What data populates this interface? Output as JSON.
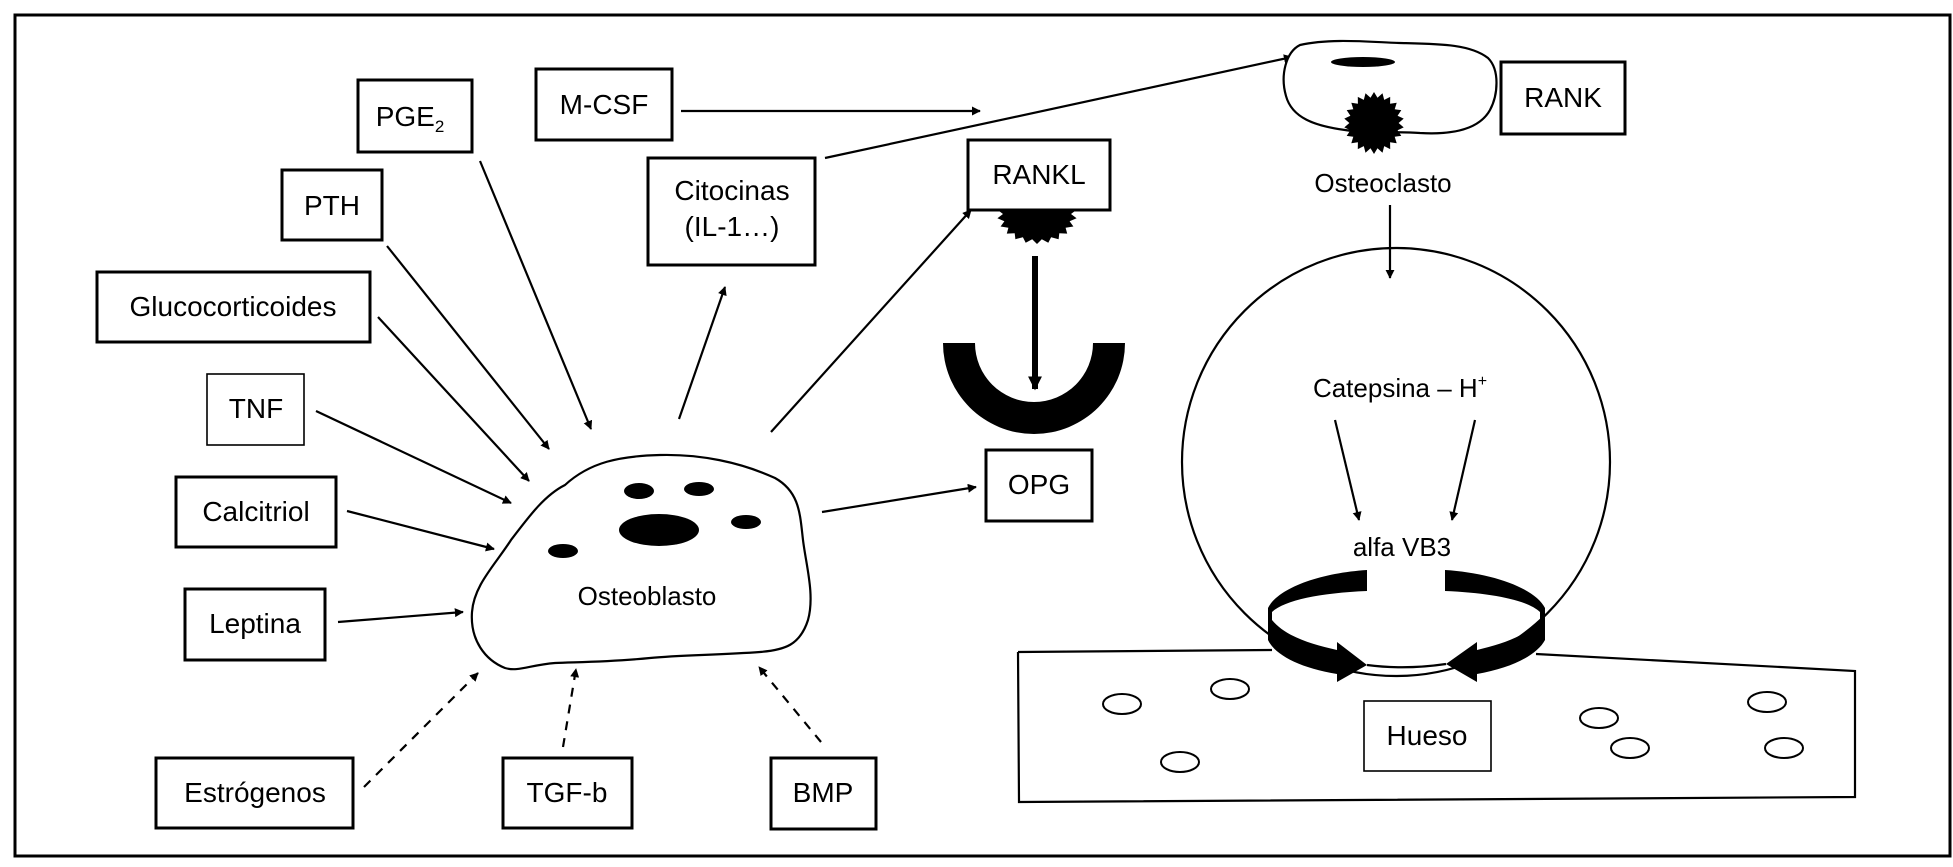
{
  "diagram": {
    "title": "",
    "colors": {
      "ink": "#000000",
      "background": "#ffffff"
    },
    "regulators": {
      "pge2": {
        "label": "PGE",
        "subscript": "2"
      },
      "pth": {
        "label": "PTH"
      },
      "glucocorticoides": {
        "label": "Glucocorticoides"
      },
      "tnf": {
        "label": "TNF"
      },
      "calcitriol": {
        "label": "Calcitriol"
      },
      "leptina": {
        "label": "Leptina"
      },
      "estrogenos": {
        "label": "Estrógenos",
        "effect": "dashed"
      },
      "tgfb": {
        "label": "TGF-b",
        "effect": "dashed"
      },
      "bmp": {
        "label": "BMP",
        "effect": "dashed"
      }
    },
    "mediators": {
      "mcsf": {
        "label": "M-CSF"
      },
      "citocinas": {
        "line1": "Citocinas",
        "line2": "(IL-1…)"
      },
      "rankl": {
        "label": "RANKL"
      },
      "opg": {
        "label": "OPG"
      },
      "rank": {
        "label": "RANK"
      }
    },
    "cells": {
      "osteoblasto": {
        "label": "Osteoblasto"
      },
      "osteoclasto": {
        "label": "Osteoclasto"
      }
    },
    "resorption": {
      "catepsina": {
        "label": "Catepsina – H",
        "superscript": "+"
      },
      "integrin": {
        "label": "alfa VB3"
      }
    },
    "bone": {
      "label": "Hueso"
    }
  }
}
